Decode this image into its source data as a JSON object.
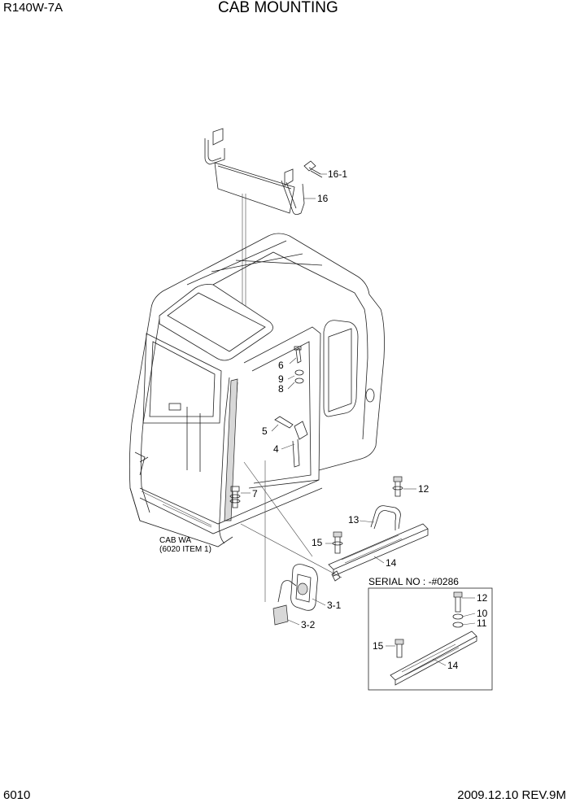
{
  "header": {
    "model": "R140W-7A",
    "title": "CAB MOUNTING"
  },
  "footer": {
    "page_number": "6010",
    "revision": "2009.12.10  REV.9M"
  },
  "callouts": {
    "c16_1": "16-1",
    "c16": "16",
    "c6": "6",
    "c9": "9",
    "c8": "8",
    "c5": "5",
    "c4": "4",
    "c7": "7",
    "c12": "12",
    "c13": "13",
    "c15": "15",
    "c14": "14",
    "c3_1": "3-1",
    "c3_2": "3-2",
    "c12b": "12",
    "c10": "10",
    "c11": "11",
    "c15b": "15",
    "c14b": "14"
  },
  "notes": {
    "cab_line1": "CAB WA",
    "cab_line2": "(6020 ITEM 1)",
    "serial": "SERIAL NO : -#0286"
  }
}
